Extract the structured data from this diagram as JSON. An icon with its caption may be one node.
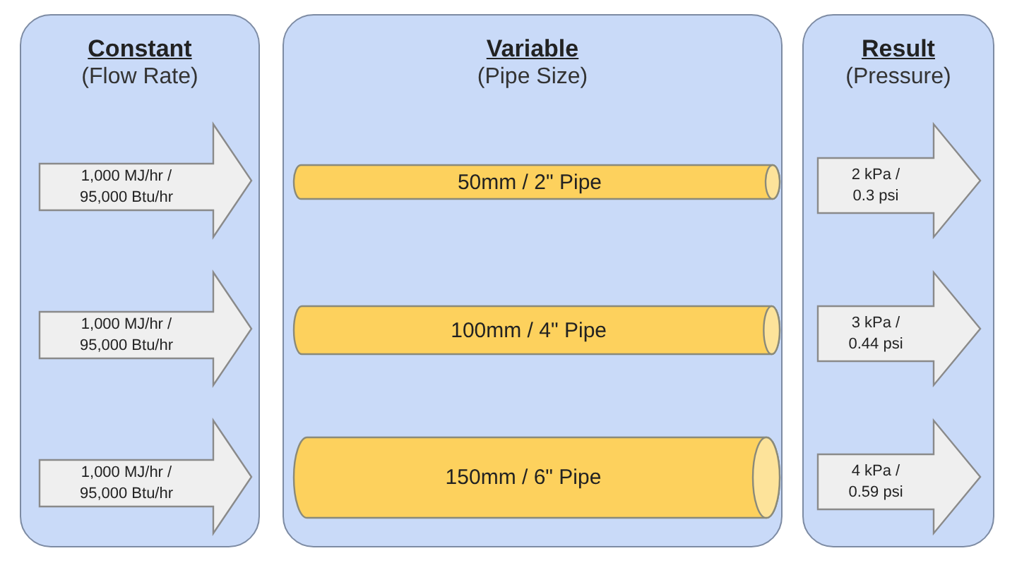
{
  "diagram": {
    "nodes": [
      {
        "text": [
          "Constant",
          "(Flow Rate)"
        ]
      },
      {
        "text": [
          "1,000 MJ/hr / 95,000 Btu/hr"
        ],
        "in": 0
      },
      {
        "text": [
          "1,000 MJ/hr / 95,000 Btu/hr"
        ],
        "in": 0
      },
      {
        "text": [
          "1,000 MJ/hr / 95,000 Btu/hr"
        ],
        "in": 0
      },
      {
        "text": [
          "Variable",
          "(Pipe Size)"
        ]
      },
      {
        "text": [
          "50mm / 2\" Pipe"
        ],
        "in": 4
      },
      {
        "text": [
          "100mm / 4\" Pipe"
        ],
        "in": 4
      },
      {
        "text": [
          "150mm / 6\" Pipe"
        ],
        "in": 4
      },
      {
        "text": [
          "Result",
          "(Pressure)"
        ]
      },
      {
        "text": [
          "2 kPa / 0.3 psi"
        ],
        "in": 8
      },
      {
        "text": [
          "3 kPa / 0.44 psi"
        ],
        "in": 8
      },
      {
        "text": [
          "4 kPa / 0.59 psi"
        ],
        "in": 8
      }
    ]
  }
}
